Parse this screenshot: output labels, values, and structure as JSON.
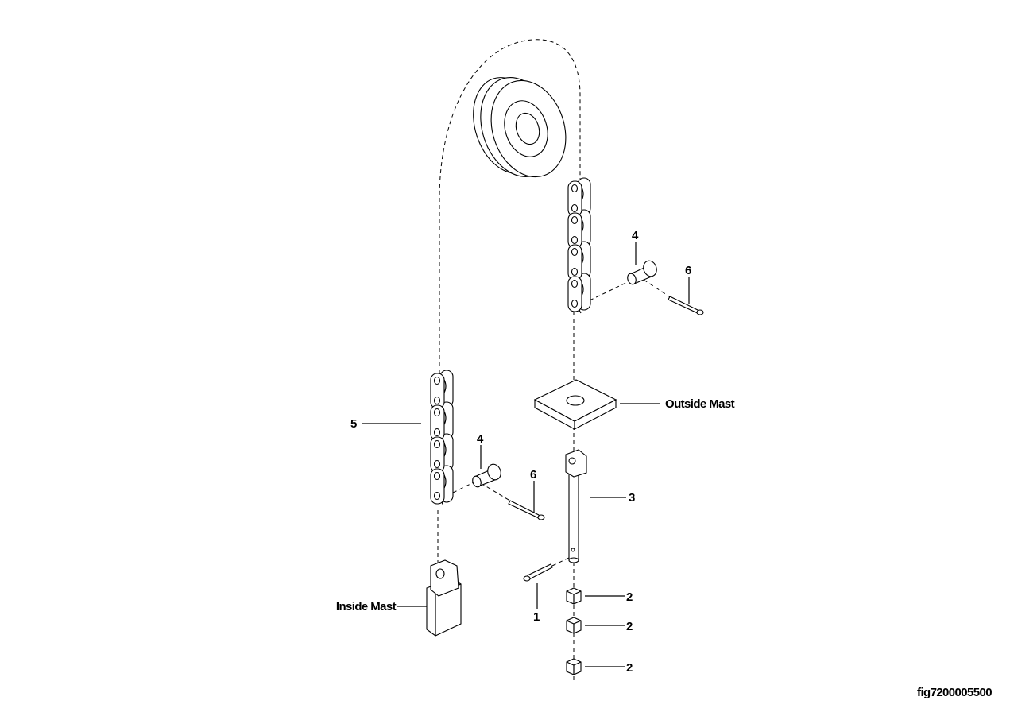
{
  "figure_id": "fig7200005500",
  "callouts": {
    "cotter_pin_1": "1",
    "nut_2a": "2",
    "nut_2b": "2",
    "nut_2c": "2",
    "anchor_pin_3": "3",
    "chain_pin_4_upper": "4",
    "chain_pin_4_lower": "4",
    "chain_5": "5",
    "cotter_pin_6_upper": "6",
    "cotter_pin_6_lower": "6",
    "outside_mast": "Outside Mast",
    "inside_mast": "Inside Mast"
  }
}
